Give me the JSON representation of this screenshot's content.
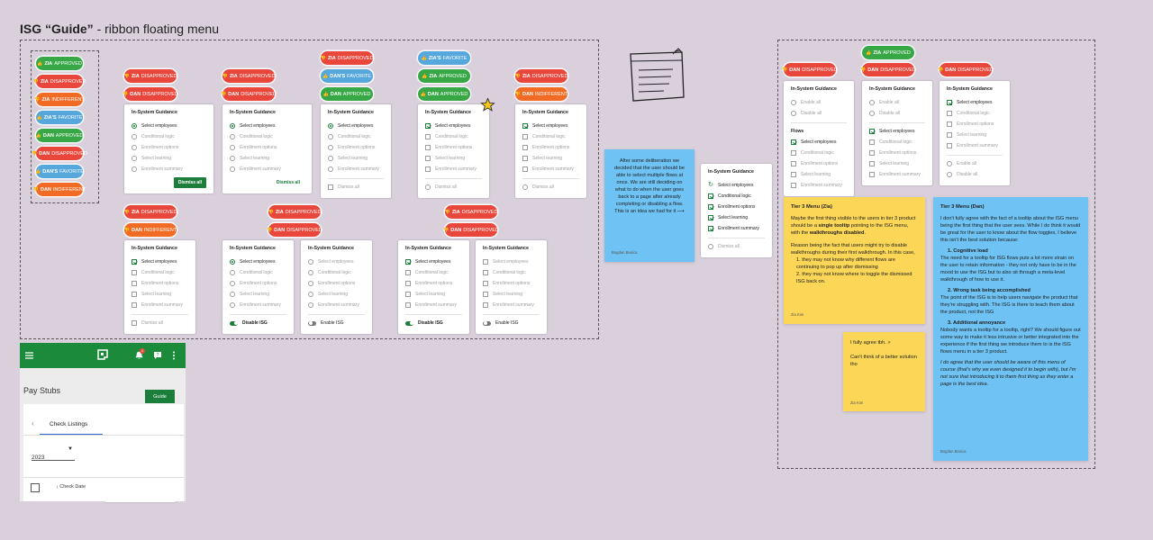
{
  "page_title": {
    "bold": "ISG “Guide”",
    "rest": " - ribbon floating menu"
  },
  "colors": {
    "red": "#e9473b",
    "orange": "#f26b25",
    "green": "#38a746",
    "blue": "#56a7dc",
    "brand_green": "#1b7e3b"
  },
  "legend": [
    {
      "person": "ZIA",
      "status": "APPROVED",
      "color": "green",
      "icon": "thumbs-up-icon"
    },
    {
      "person": "ZIA",
      "status": "DISAPPROVED",
      "color": "red",
      "icon": "thumbs-down-icon"
    },
    {
      "person": "ZIA",
      "status": "INDIFFERENT",
      "color": "orange",
      "icon": "thumbs-down-icon"
    },
    {
      "person": "ZIA'S",
      "status": "FAVORITE",
      "color": "blue",
      "icon": "thumbs-up-icon"
    },
    {
      "person": "DAN",
      "status": "APPROVED",
      "color": "green",
      "icon": "thumbs-up-icon"
    },
    {
      "person": "DAN",
      "status": "DISAPPROVED",
      "color": "red",
      "icon": "thumbs-down-icon"
    },
    {
      "person": "DAN'S",
      "status": "FAVORITE",
      "color": "blue",
      "icon": "thumbs-up-icon"
    },
    {
      "person": "DAN",
      "status": "INDIFFERENT",
      "color": "orange",
      "icon": "thumbs-down-icon"
    }
  ],
  "vote_tags": {
    "zia_disapproved": {
      "person": "ZIA",
      "status": "DISAPPROVED"
    },
    "dan_disapproved": {
      "person": "DAN",
      "status": "DISAPPROVED"
    },
    "zia_approved": {
      "person": "ZIA",
      "status": "APPROVED"
    },
    "dan_approved": {
      "person": "DAN",
      "status": "APPROVED"
    },
    "zia_favorite": {
      "person": "ZIA'S",
      "status": "FAVORITE"
    },
    "dan_favorite": {
      "person": "DAN'S",
      "status": "FAVORITE"
    },
    "zia_indifferent": {
      "person": "ZIA",
      "status": "INDIFFERENT"
    },
    "dan_indifferent": {
      "person": "DAN",
      "status": "INDIFFERENT"
    }
  },
  "guidance": {
    "title": "In-System Guidance",
    "items": [
      "Select employees",
      "Conditional logic",
      "Enrollment options",
      "Select learning",
      "Enrollment summary"
    ],
    "dismiss_all": "Dismiss all",
    "disable_isg": "Disable ISG",
    "enable_isg": "Enable ISG",
    "enable_all": "Enable all",
    "disable_all": "Disable all",
    "flows": "Flows"
  },
  "notes": {
    "deliberation": {
      "text": "After some deliberation we decided that the user should be able to select multiple flows at once. We are still deciding on what to do when the user goes back to a page after already completing or disabling a flow. This is an idea we had for it ⟶",
      "author": "Bogdan Banica"
    },
    "tier3_zia": {
      "heading": "Tier 3 Menu (Zia)",
      "p1_a": "Maybe the first thing visible to the users in tier 3 product should be a ",
      "p1_b": "single tooltip",
      "p1_c": " pointing to the ISG menu, with the ",
      "p1_d": "walkthroughs disabled",
      "p1_e": ".",
      "p2": "Reason being the fact that users might try to disable walkthroughs during their first walkthrough. In this case,",
      "b1": "they may not know why different flows are continuing to pop up after dismissing",
      "b2": "they may not know where to toggle the dismissed ISG back on.",
      "author": "Zia Kim"
    },
    "agree": {
      "text": "I fully agree tbh. >\n\nCan't think of a better solution tho",
      "author": "Zia Kim"
    },
    "tier3_dan": {
      "heading": "Tier 3 Menu (Dan)",
      "intro": "I don't fully agree with the fact of a tooltip about the ISG menu being the first thing that the user sees. While I do think it would be great for the user to know about the flow toggles, I believe this isn't the best solution because:",
      "h1": "1. Cognitive load",
      "t1": "The need for a tooltip for ISG flows puts a lot more strain on the user to retain information - they not only have to be in the mood to use the ISG but to also sit through a meta-level walkthrough of how to use it.",
      "h2": "2. Wrong task being accomplished",
      "t2": "The point of the ISG is to help users navigate the product that they're struggling with. The ISG is there to teach them about the product, not the ISG",
      "h3": "3. Additional annoyance",
      "t3": "Nobody wants a tooltip for a tooltip, right? We should figure out some way to make it less intrusive or better integrated into the experience if the first thing we introduce them to is the ISG flows menu in a tier 3 product.",
      "closing": "I do agree that the user should be aware of this menu of course (that's why we even designed it to begin with), but I'm not sure that introducing it to them first thing as they enter a page is the best idea.",
      "author": "Bogdan Banica"
    }
  },
  "mobile": {
    "page_title": "Pay Stubs",
    "guide_button": "Guide",
    "tab_label": "Check Listings",
    "year": "2023",
    "sort_label": "Check Date",
    "notification_count": "1"
  }
}
